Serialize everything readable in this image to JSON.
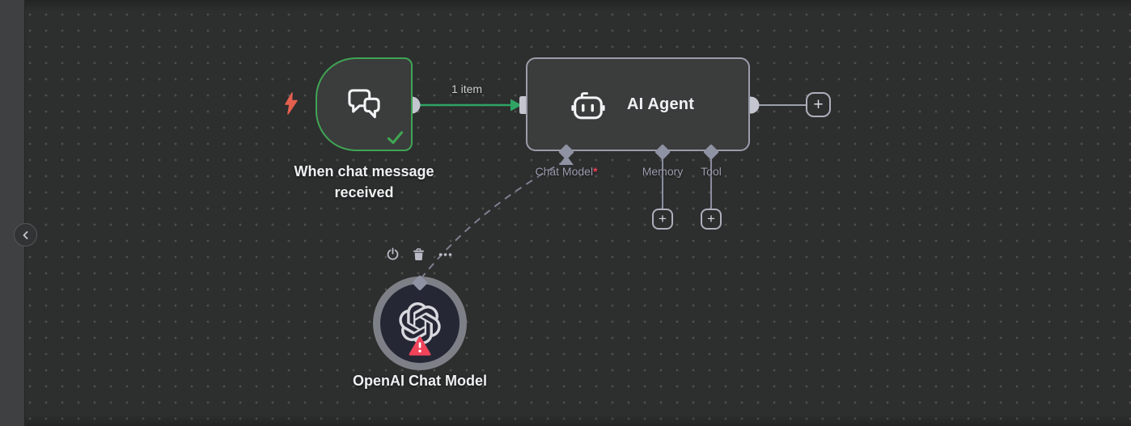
{
  "ui": {
    "plus": "+"
  },
  "workflow": {
    "trigger": {
      "name": "When chat message received",
      "items_label": "1 item"
    },
    "agent": {
      "name": "AI Agent",
      "ports": [
        {
          "label": "Chat Model",
          "required": "*"
        },
        {
          "label": "Memory",
          "required": ""
        },
        {
          "label": "Tool",
          "required": ""
        }
      ]
    },
    "model": {
      "name": "OpenAI Chat Model"
    }
  },
  "colors": {
    "canvas_bg": "#2d2e2e",
    "node_bg": "#3b3c3c",
    "success_green": "#2fa463",
    "trigger_border": "#3fa554",
    "node_border": "#9b9daa",
    "port_gray": "#8f92a3",
    "warning_red": "#f0435a",
    "bolt_coral": "#e4604e"
  }
}
